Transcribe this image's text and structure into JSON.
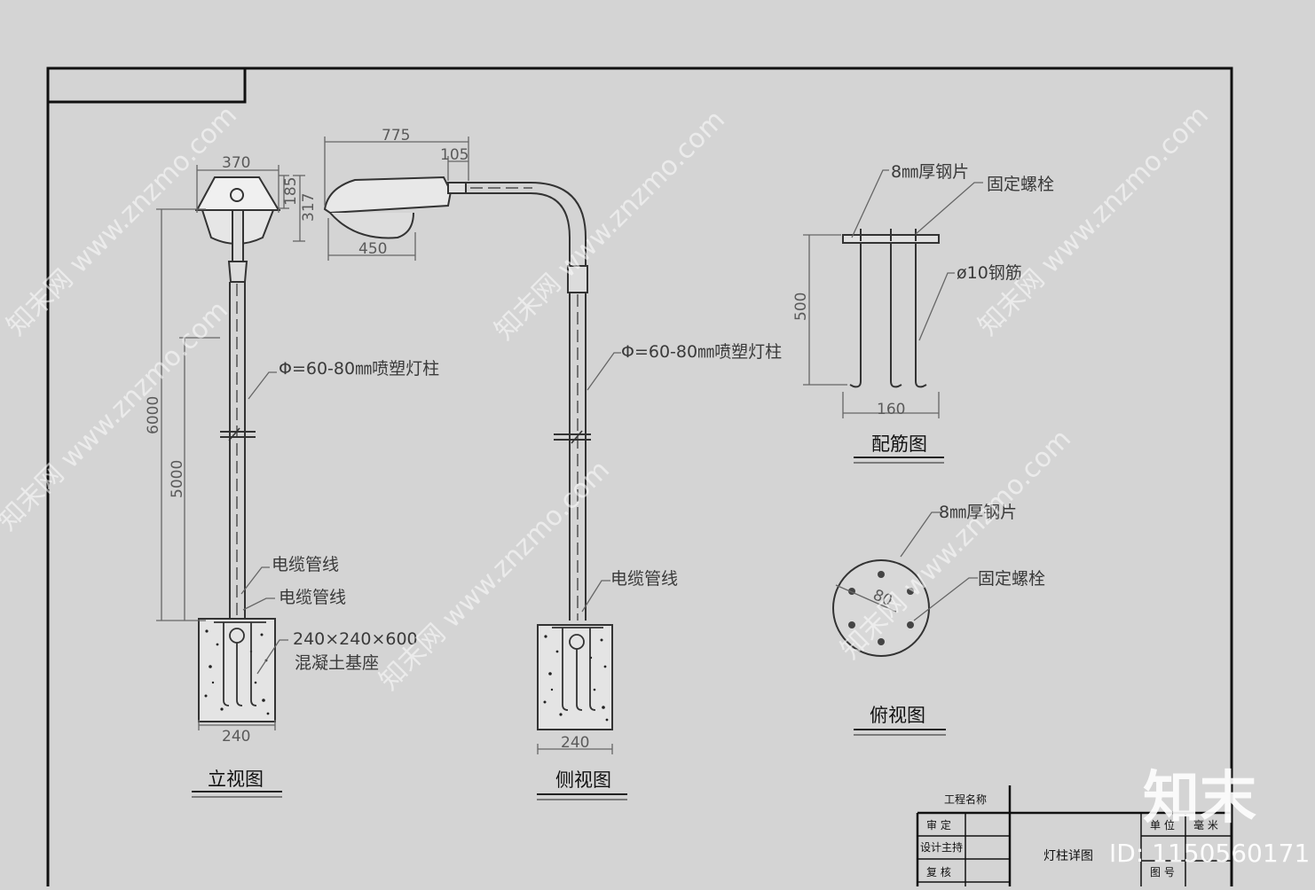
{
  "elevation": {
    "title": "立视图",
    "dim_head_width": "370",
    "dim_head_h1": "185",
    "dim_head_h2": "317",
    "dim_total": "6000",
    "dim_pole": "5000",
    "dim_base": "240",
    "pole_label": "Φ=60-80㎜喷塑灯柱",
    "cable_label_1": "电缆管线",
    "cable_label_2": "电缆管线",
    "base_label_1": "240×240×600",
    "base_label_2": "混凝土基座"
  },
  "side": {
    "title": "侧视图",
    "dim_arm": "775",
    "dim_offset": "105",
    "dim_lamp": "450",
    "dim_base": "240",
    "pole_label": "Φ=60-80㎜喷塑灯柱",
    "cable_label": "电缆管线"
  },
  "rebar": {
    "title": "配筋图",
    "plate_label": "8㎜厚钢片",
    "bolt_label": "固定螺栓",
    "bar_label": "ø10钢筋",
    "dim_height": "500",
    "dim_width": "160"
  },
  "top": {
    "title": "俯视图",
    "plate_label": "8㎜厚钢片",
    "bolt_label": "固定螺栓",
    "dim_radius": "80"
  },
  "title_block": {
    "project_name": "工程名称",
    "approve": "审 定",
    "design_lead": "设计主持",
    "review": "复 核",
    "drawing_title": "灯柱详图",
    "unit": "单 位",
    "unit_value": "毫 米",
    "drawing_no": "图 号"
  },
  "watermark": {
    "site": "知末网 www.znzmo.com",
    "logo": "知末",
    "id": "ID: 1150560171"
  }
}
